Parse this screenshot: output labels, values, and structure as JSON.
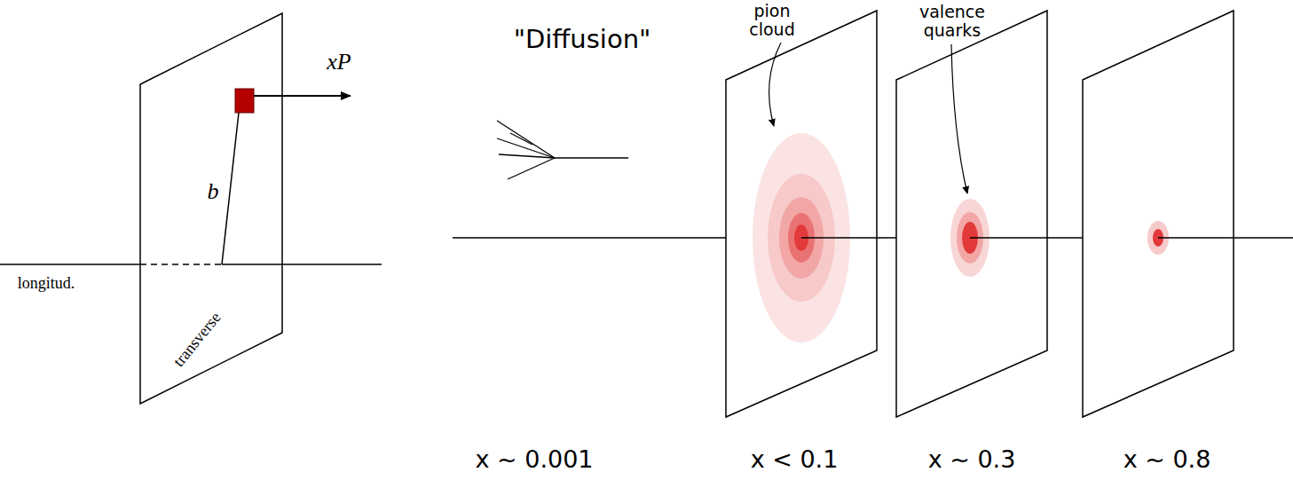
{
  "diagram": {
    "labels": [
      "xP",
      "b",
      "longitud.",
      "transverse",
      "\"Diffusion\"",
      "pion cloud",
      "valence quarks",
      "x ~ 0.001",
      "x < 0.1",
      "x ~ 0.3",
      "x ~ 0.8"
    ]
  }
}
